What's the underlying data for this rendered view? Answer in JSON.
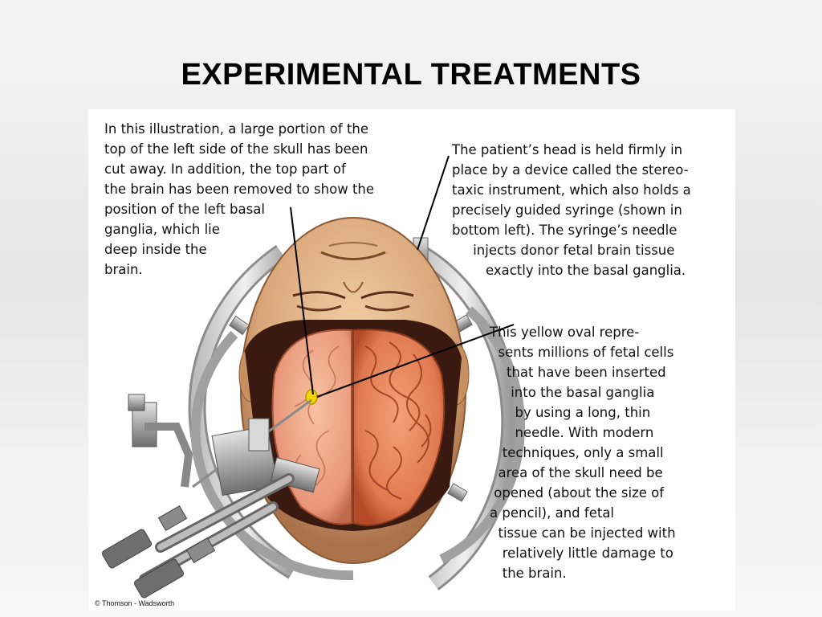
{
  "slide": {
    "title": "EXPERIMENTAL TREATMENTS"
  },
  "figure": {
    "caption_left": "In this illustration, a large portion of the\ntop of the left side of the skull has been\ncut away. In addition, the top part of\nthe brain has been removed to show the\nposition of the left basal\nganglia, which lie\ndeep inside the\nbrain.",
    "caption_right_top": "The patient’s head is held firmly in\nplace by a device called the stereo-\ntaxic instrument, which also holds a\nprecisely guided syringe (shown in\nbottom left). The syringe’s needle\n     injects donor fetal brain tissue\n        exactly into the basal ganglia.",
    "caption_right_bottom": "This yellow oval repre-\n  sents millions of fetal cells\n    that have been inserted\n     into the basal ganglia\n      by using a long, thin\n      needle. With modern\n   techniques, only a small\n  area of the skull need be\n opened (about the size of\na pencil), and fetal\n  tissue can be injected with\n   relatively little damage to\n   the brain.",
    "copyright": "© Thomson - Wadsworth"
  },
  "colors": {
    "brain": "#e8865e",
    "brain_dark": "#b8502e",
    "skin": "#e0b48c",
    "instrument": "#9a9a9a",
    "implant": "#f3d400"
  }
}
